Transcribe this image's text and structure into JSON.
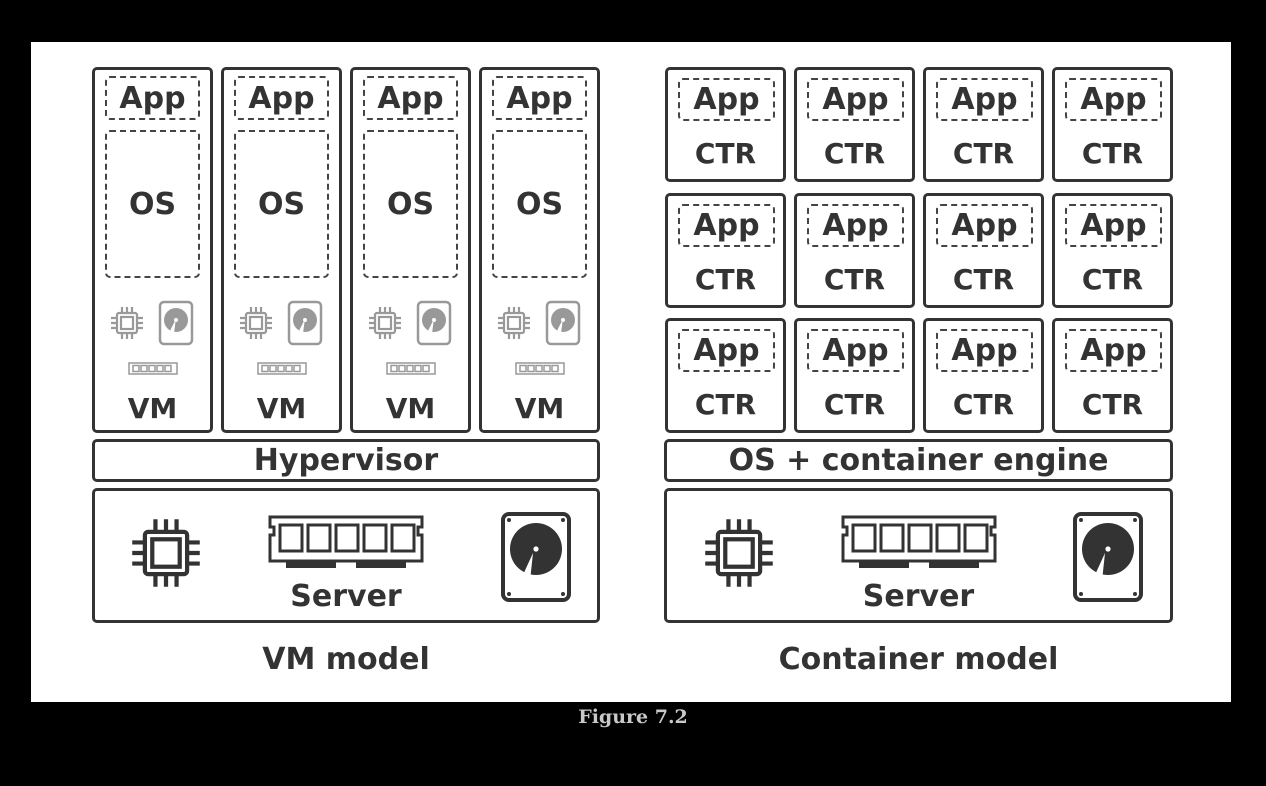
{
  "vm_model": {
    "caption": "VM model",
    "hypervisor_label": "Hypervisor",
    "server_label": "Server",
    "vms": [
      {
        "app": "App",
        "os": "OS",
        "label": "VM"
      },
      {
        "app": "App",
        "os": "OS",
        "label": "VM"
      },
      {
        "app": "App",
        "os": "OS",
        "label": "VM"
      },
      {
        "app": "App",
        "os": "OS",
        "label": "VM"
      }
    ]
  },
  "container_model": {
    "caption": "Container model",
    "engine_label": "OS + container engine",
    "server_label": "Server",
    "containers": [
      {
        "app": "App",
        "label": "CTR"
      },
      {
        "app": "App",
        "label": "CTR"
      },
      {
        "app": "App",
        "label": "CTR"
      },
      {
        "app": "App",
        "label": "CTR"
      },
      {
        "app": "App",
        "label": "CTR"
      },
      {
        "app": "App",
        "label": "CTR"
      },
      {
        "app": "App",
        "label": "CTR"
      },
      {
        "app": "App",
        "label": "CTR"
      },
      {
        "app": "App",
        "label": "CTR"
      },
      {
        "app": "App",
        "label": "CTR"
      },
      {
        "app": "App",
        "label": "CTR"
      },
      {
        "app": "App",
        "label": "CTR"
      }
    ]
  },
  "figure_caption": "Figure 7.2",
  "icons": [
    "cpu-icon",
    "ram-icon",
    "hard-disk-icon"
  ],
  "colors": {
    "background": "#000000",
    "panel": "#ffffff",
    "stroke": "#333333",
    "vm_resource_icons": "#999999",
    "caption": "#c8c8c8"
  }
}
